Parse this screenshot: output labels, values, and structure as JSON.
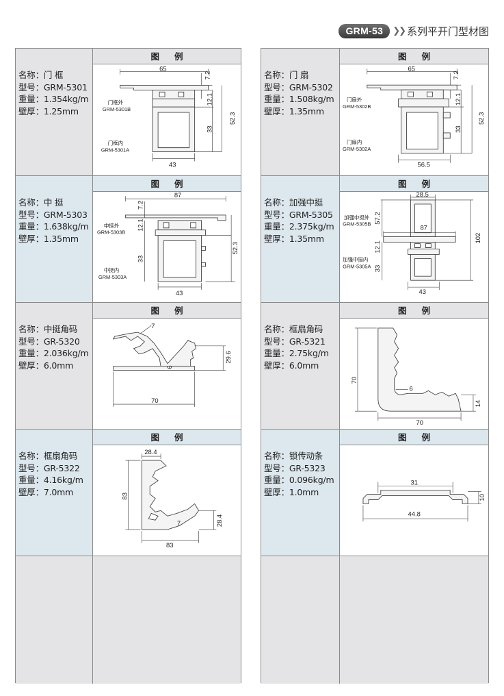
{
  "header": {
    "badge": "GRM-53",
    "title": "系列平开门型材图"
  },
  "figure_header": "图例",
  "profiles": [
    {
      "name": "名称：门 框",
      "model": "型号：GRM-5301",
      "weight": "重量：1.354kg/m",
      "wall": "壁厚：1.25mm",
      "dims": [
        "65",
        "7.2",
        "12.1",
        "33",
        "52.3",
        "43"
      ],
      "labels": [
        "门框外",
        "GRM-5301B",
        "门框内",
        "GRM-5301A"
      ]
    },
    {
      "name": "名称：门 扇",
      "model": "型号：GRM-5302",
      "weight": "重量：1.508kg/m",
      "wall": "壁厚：1.35mm",
      "dims": [
        "65",
        "7.2",
        "12.1",
        "33",
        "52.3",
        "56.5"
      ],
      "labels": [
        "门扇外",
        "GRM-5302B",
        "门扇内",
        "GRM-5302A"
      ]
    },
    {
      "name": "名称：中 挺",
      "model": "型号：GRM-5303",
      "weight": "重量：1.638kg/m",
      "wall": "壁厚：1.35mm",
      "dims": [
        "87",
        "7.2",
        "12.1",
        "33",
        "52.3",
        "43"
      ],
      "labels": [
        "中挺外",
        "GRM-5303B",
        "中挺内",
        "GRM-5303A"
      ]
    },
    {
      "name": "名称：加强中挺",
      "model": "型号：GRM-5305",
      "weight": "重量：2.375kg/m",
      "wall": "壁厚：1.35mm",
      "dims": [
        "28.5",
        "57.2",
        "87",
        "12.1",
        "33",
        "102",
        "43"
      ],
      "labels": [
        "加强中挺外",
        "GRM-5305B",
        "加强中挺内",
        "GRM-5305A"
      ]
    },
    {
      "name": "名称：中挺角码",
      "model": "型号：GR-5320",
      "weight": "重量：2.036kg/m",
      "wall": "壁厚：6.0mm",
      "dims": [
        "7",
        "29.6",
        "6",
        "70"
      ]
    },
    {
      "name": "名称：框扇角码",
      "model": "型号：GR-5321",
      "weight": "重量：2.75kg/m",
      "wall": "壁厚：6.0mm",
      "dims": [
        "70",
        "6",
        "14",
        "70"
      ]
    },
    {
      "name": "名称：框扇角码",
      "model": "型号：GR-5322",
      "weight": "重量：4.16kg/m",
      "wall": "壁厚：7.0mm",
      "dims": [
        "28.4",
        "83",
        "7",
        "28.4",
        "83"
      ]
    },
    {
      "name": "名称：锁传动条",
      "model": "型号：GR-5323",
      "weight": "重量：0.096kg/m",
      "wall": "壁厚：1.0mm",
      "dims": [
        "31",
        "10",
        "44.8"
      ]
    }
  ]
}
